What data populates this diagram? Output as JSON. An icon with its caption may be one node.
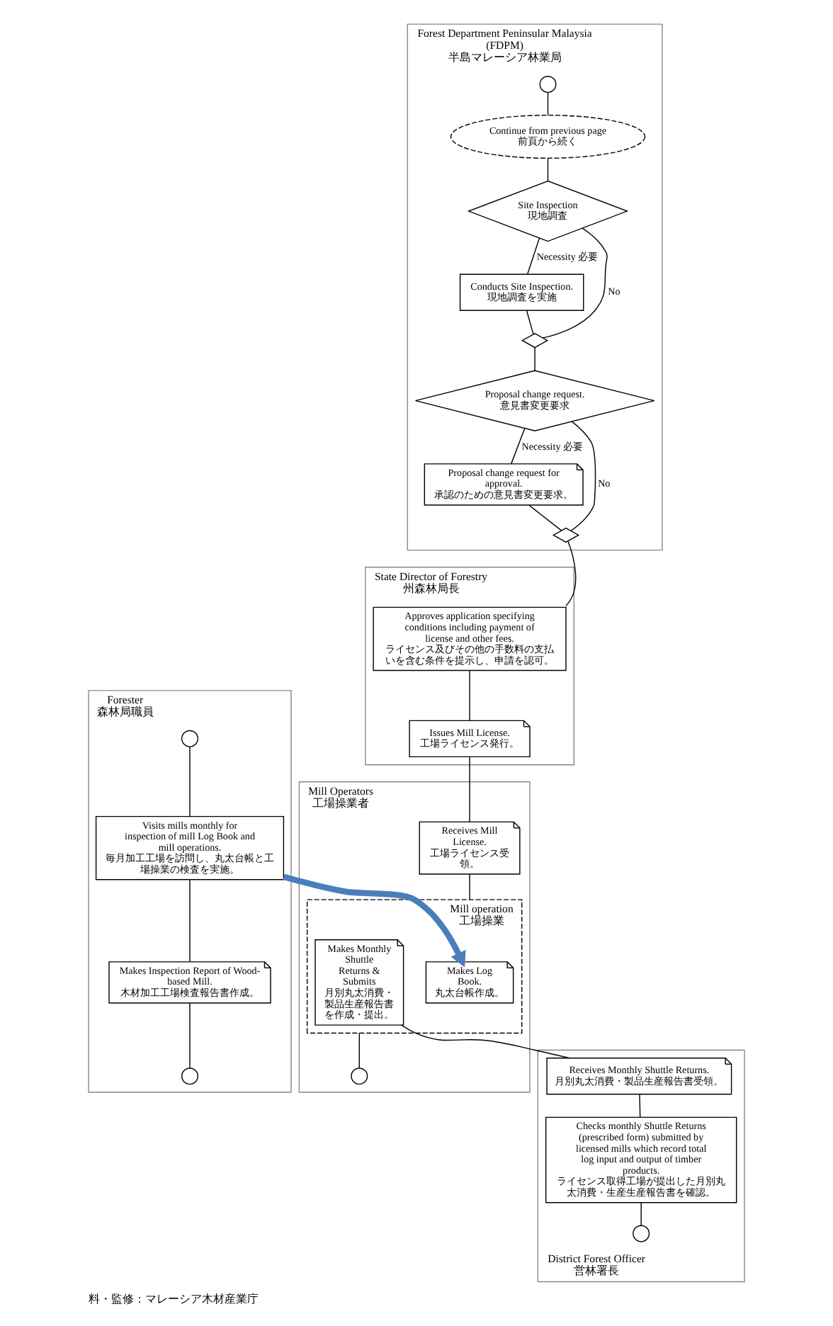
{
  "diagram": {
    "caption": "料・監修：マレーシア木材産業庁",
    "nodes": [
      {
        "text": [
          "Mill Operators",
          "工場操業者"
        ]
      },
      {
        "text": [
          "Forest Department Peninsular Malaysia (FDPM)",
          "半島マレーシア林業局"
        ]
      },
      {
        "text": [
          "State Director of Forestry",
          "州森林局長"
        ]
      },
      {
        "text": [
          "Forester",
          "森林局職員"
        ]
      },
      {
        "text": [
          "District Forest Officer",
          "営林署長"
        ]
      },
      {
        "text": [],
        "shape": "circle",
        "in": 1
      },
      {
        "text": [
          "Continue from previous page",
          "前頁から続く"
        ],
        "in": 1
      },
      {
        "text": [
          "Site Inspection",
          "現地調査"
        ],
        "in": 1
      },
      {
        "text": [
          "Conducts Site Inspection.",
          "現地調査を実施"
        ],
        "in": 1
      },
      {
        "text": [],
        "shape": "diamond",
        "in": 1
      },
      {
        "text": [
          "Proposal change request.",
          "意見書変更要求"
        ],
        "in": 1
      },
      {
        "text": [
          "Proposal change request for approval.",
          "承認のための意見書変更要求。"
        ],
        "in": 1
      },
      {
        "text": [],
        "shape": "diamond",
        "in": 1
      },
      {
        "text": [
          "Approves application specifying conditions including payment of license and other fees.",
          "ライセンス及びその他の手数料の支払いを含む条件を提示し、申請を認可。"
        ],
        "in": 2
      },
      {
        "text": [
          "Issues Mill License.",
          "工場ライセンス発行。"
        ],
        "in": 2
      },
      {
        "text": [
          "Receives Mill License.",
          "工場ライセンス受領。"
        ],
        "in": 0
      },
      {
        "text": [
          "Mill operation",
          "工場操業"
        ],
        "in": 0
      },
      {
        "text": [
          "Makes Log Book.",
          "丸太台帳作成。"
        ],
        "in": 16
      },
      {
        "text": [
          "Makes Monthly Shuttle Returns & Submits",
          "月別丸太消費・製品生産報告書を作成・提出。"
        ],
        "in": 16
      },
      {
        "text": [],
        "shape": "circle",
        "in": 0
      },
      {
        "text": [],
        "shape": "circle",
        "in": 3
      },
      {
        "text": [
          "Visits mills monthly for inspection of mill Log Book and mill operations.",
          "毎月加工工場を訪問し、丸太台帳と工場操業の検査を実施。"
        ],
        "in": 3
      },
      {
        "text": [
          "Makes Inspection Report of Wood-based Mill.",
          "木材加工工場検査報告書作成。"
        ],
        "in": 3
      },
      {
        "text": [],
        "shape": "circle",
        "in": 3
      },
      {
        "text": [
          "Receives Monthly Shuttle Returns.",
          "月別丸太消費・製品生産報告書受領。"
        ],
        "in": 4
      },
      {
        "text": [
          "Checks monthly Shuttle Returns (prescribed form) submitted by licensed mills which record total log input and output of timber products.",
          "ライセンス取得工場が提出した月別丸太消費・生産生産報告書を確認。"
        ],
        "in": 4
      },
      {
        "text": [],
        "shape": "circle",
        "in": 4
      }
    ],
    "edges": [
      {
        "from": 5,
        "to": 6,
        "arrow": "none"
      },
      {
        "from": 6,
        "to": 7,
        "arrow": "none"
      },
      {
        "from": 7,
        "to": 8,
        "arrow": "none",
        "label": "Necessity 必要"
      },
      {
        "from": 7,
        "to": 9,
        "arrow": "none",
        "label": "No"
      },
      {
        "from": 8,
        "to": 9,
        "arrow": "none"
      },
      {
        "from": 9,
        "to": 10,
        "arrow": "none"
      },
      {
        "from": 10,
        "to": 11,
        "arrow": "none",
        "label": "Necessity 必要"
      },
      {
        "from": 10,
        "to": 12,
        "arrow": "none",
        "label": "No"
      },
      {
        "from": 11,
        "to": 12,
        "arrow": "none"
      },
      {
        "from": 12,
        "to": 13,
        "arrow": "none"
      },
      {
        "from": 13,
        "to": 14,
        "arrow": "none"
      },
      {
        "from": 14,
        "to": 15,
        "arrow": "none"
      },
      {
        "from": 15,
        "to": 16,
        "arrow": "none"
      },
      {
        "from": 16,
        "to": 19,
        "arrow": "none"
      },
      {
        "from": 20,
        "to": 21,
        "arrow": "none"
      },
      {
        "from": 21,
        "to": 17,
        "arrow": "to",
        "style": "thick",
        "color": "#4a7ebb"
      },
      {
        "from": 21,
        "to": 22,
        "arrow": "none"
      },
      {
        "from": 22,
        "to": 23,
        "arrow": "none"
      },
      {
        "from": 18,
        "to": 24,
        "arrow": "none"
      },
      {
        "from": 24,
        "to": 25,
        "arrow": "none"
      },
      {
        "from": 25,
        "to": 26,
        "arrow": "none"
      }
    ]
  }
}
